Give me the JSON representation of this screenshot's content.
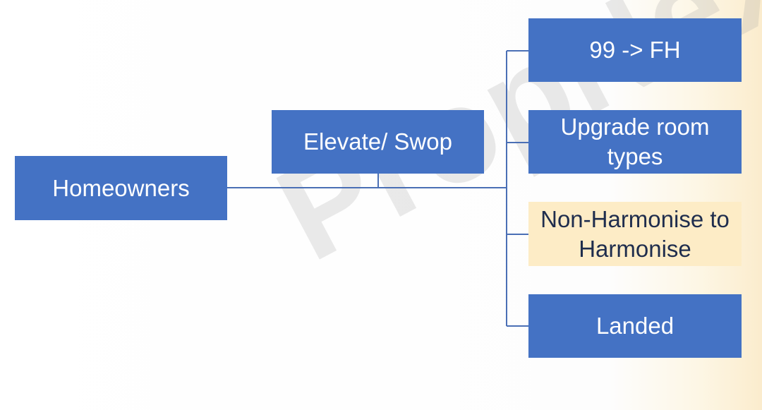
{
  "watermark": "PropNex",
  "nodes": {
    "root": "Homeowners",
    "middle": "Elevate/ Swop",
    "leaf_1": "99 -> FH",
    "leaf_2": "Upgrade room types",
    "leaf_3": "Non-Harmonise to Harmonise",
    "leaf_4": "Landed"
  },
  "colors": {
    "box_blue": "#4472c4",
    "box_highlight": "#fdecc6",
    "connector": "#4a6fb5"
  }
}
